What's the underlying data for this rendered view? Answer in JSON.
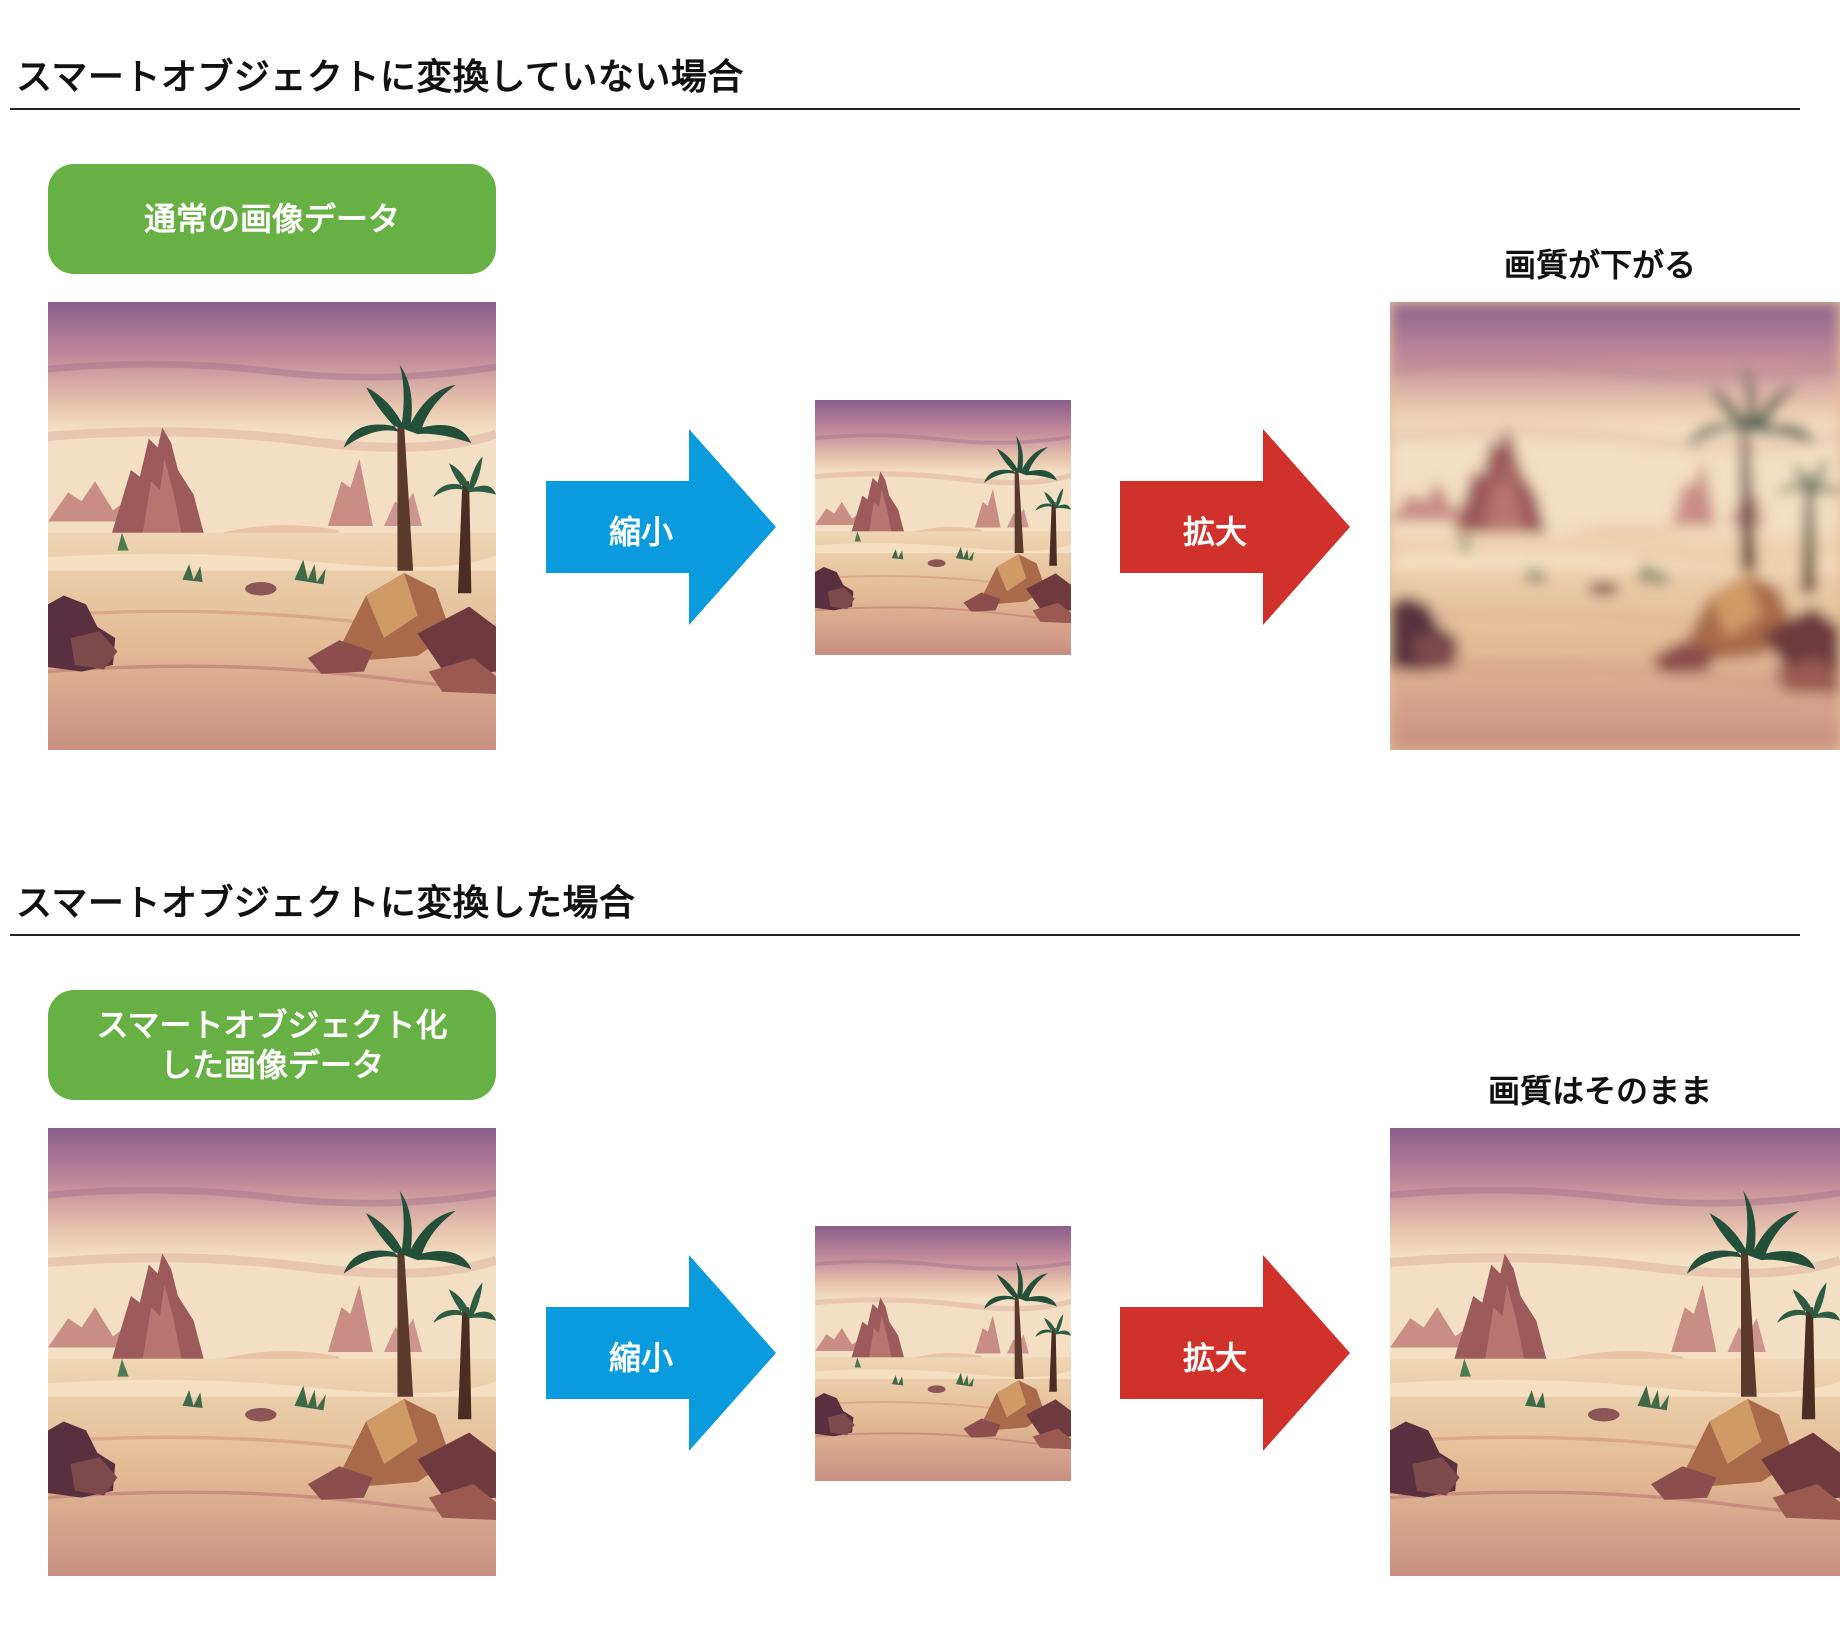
{
  "colors": {
    "label_green": "#67b043",
    "shrink_blue": "#0a9bdf",
    "enlarge_red": "#d0312a"
  },
  "sections": [
    {
      "title": "スマートオブジェクトに変換していない場合",
      "label_lines": [
        "通常の画像データ"
      ],
      "shrink_label": "縮小",
      "enlarge_label": "拡大",
      "result_caption": "画質が下がる",
      "result_blurred": true
    },
    {
      "title": "スマートオブジェクトに変換した場合",
      "label_lines": [
        "スマートオブジェクト化",
        "した画像データ"
      ],
      "shrink_label": "縮小",
      "enlarge_label": "拡大",
      "result_caption": "画質はそのまま",
      "result_blurred": false
    }
  ]
}
